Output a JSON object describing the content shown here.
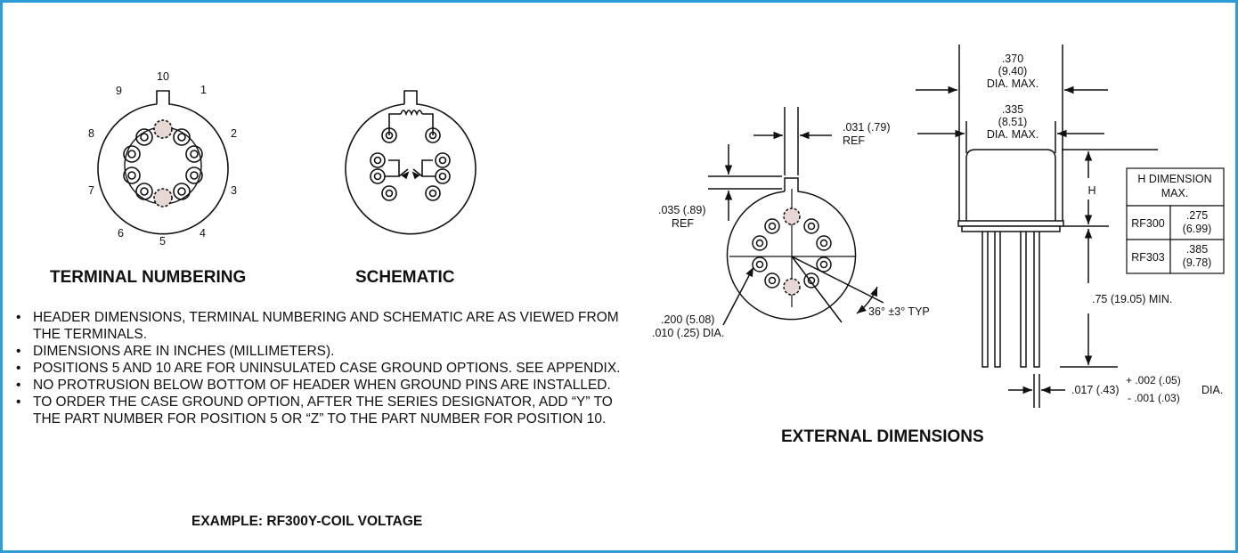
{
  "terminal_numbering": {
    "labels": [
      "1",
      "2",
      "3",
      "4",
      "5",
      "6",
      "7",
      "8",
      "9",
      "10"
    ],
    "title": "TERMINAL NUMBERING"
  },
  "schematic": {
    "title": "SCHEMATIC"
  },
  "notes": [
    "HEADER DIMENSIONS, TERMINAL NUMBERING AND SCHEMATIC ARE AS VIEWED FROM THE TERMINALS.",
    "DIMENSIONS ARE IN INCHES (MILLIMETERS).",
    "POSITIONS 5 AND 10 ARE FOR UNINSULATED CASE GROUND OPTIONS. SEE APPENDIX.",
    "NO PROTRUSION BELOW BOTTOM OF HEADER WHEN GROUND PINS ARE INSTALLED.",
    "TO ORDER THE CASE GROUND OPTION, AFTER THE SERIES DESIGNATOR, ADD “Y” TO THE PART NUMBER FOR POSITION 5 OR “Z” TO THE PART NUMBER FOR POSITION 10."
  ],
  "example": "EXAMPLE: RF300Y-COIL VOLTAGE",
  "external": {
    "title": "EXTERNAL DIMENSIONS",
    "dim_031": {
      "value": ".031 (.79)",
      "note": "REF"
    },
    "dim_035": {
      "value": ".035 (.89)",
      "note": "REF"
    },
    "dim_200": {
      "line1": ".200 (5.08)",
      "line2": ".010 (.25) DIA."
    },
    "angle": "36° ±3° TYP",
    "dim_370": {
      "line1": ".370",
      "line2": "(9.40)",
      "line3": "DIA. MAX."
    },
    "dim_335": {
      "line1": ".335",
      "line2": "(8.51)",
      "line3": "DIA. MAX."
    },
    "h_label": "H",
    "dim_75": ".75 (19.05) MIN.",
    "dim_017": {
      "base": ".017 (.43)",
      "plus": "+ .002 (.05)",
      "minus": "- .001 (.03)",
      "suffix": "DIA."
    }
  },
  "h_table": {
    "header_line1": "H DIMENSION",
    "header_line2": "MAX.",
    "rows": [
      {
        "model": "RF300",
        "value1": ".275",
        "value2": "(6.99)"
      },
      {
        "model": "RF303",
        "value1": ".385",
        "value2": "(9.78)"
      }
    ]
  },
  "colors": {
    "border": "#2d9bd6",
    "ground_pin": "#e8d8d4",
    "line": "#111111"
  }
}
